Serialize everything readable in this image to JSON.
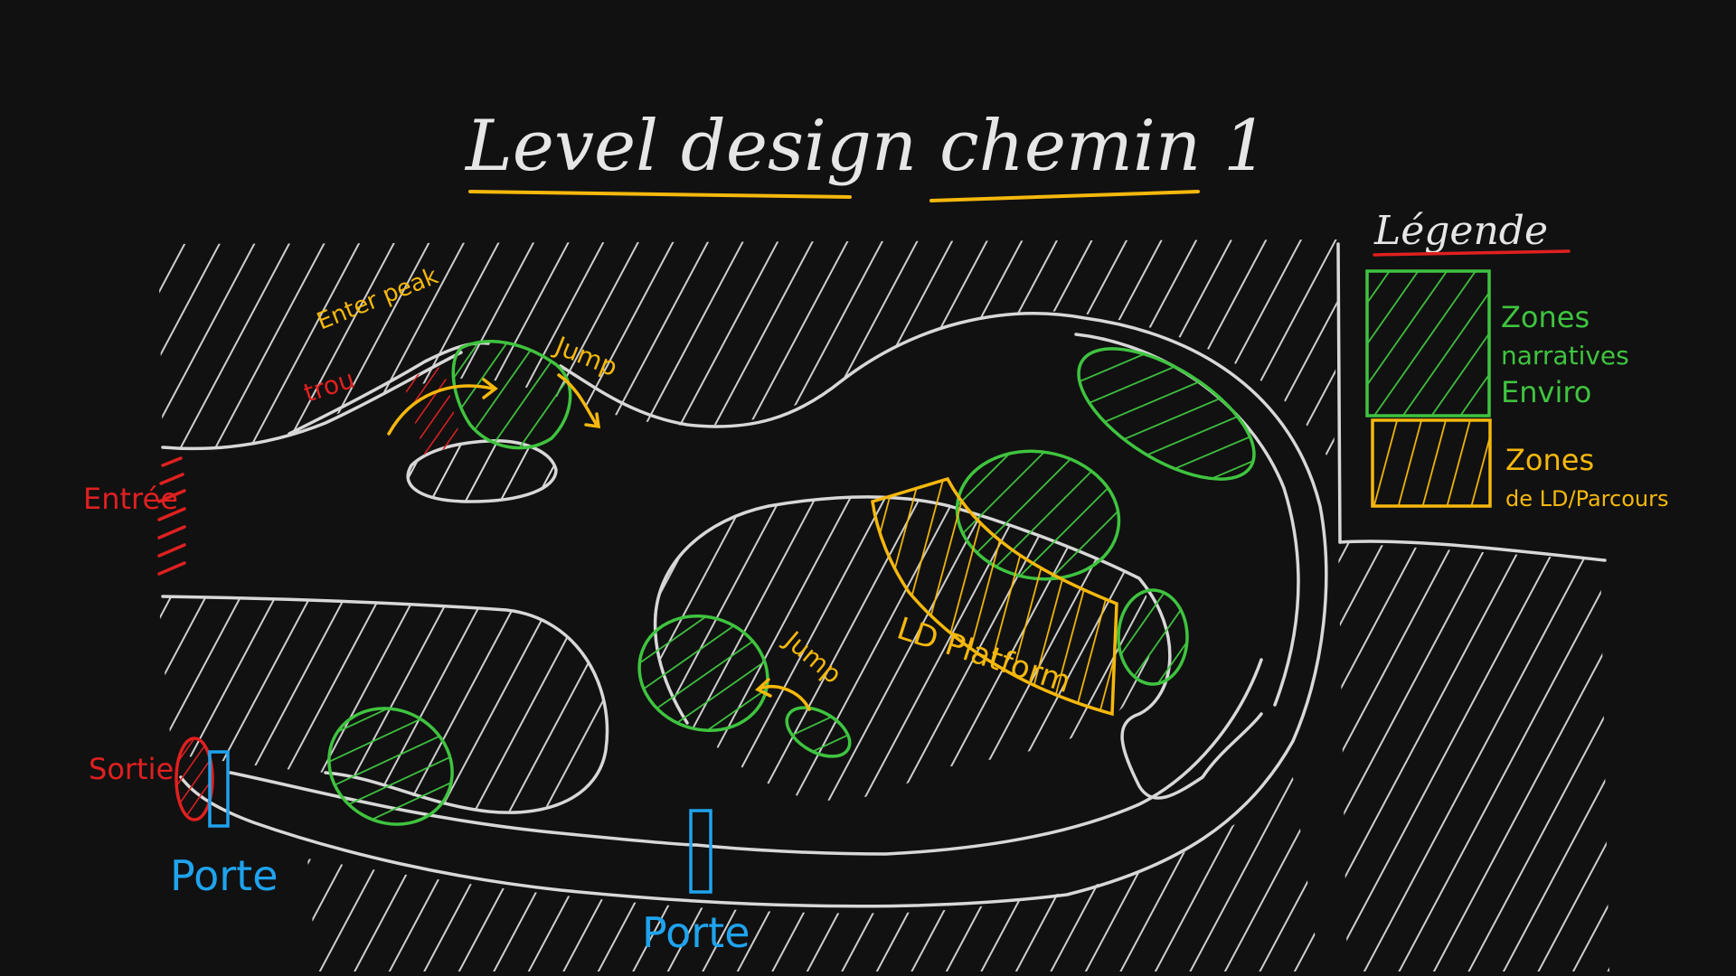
{
  "title": "Level design chemin 1",
  "labels": {
    "entree": "Entrée",
    "sortie": "Sortie",
    "porte_left": "Porte",
    "porte_bottom": "Porte",
    "enter_peak": "Enter peak",
    "trou": "trou",
    "jump_top": "Jump",
    "jump_mid": "Jump",
    "ld_platform": "LD Platform"
  },
  "legend": {
    "title": "Légende",
    "items": [
      {
        "line1": "Zones",
        "line2": "narratives",
        "line3": "Enviro",
        "color": "#3fc43f"
      },
      {
        "line1": "Zones",
        "line2": "de LD/Parcours",
        "line3": "",
        "color": "#f5b80c"
      }
    ]
  },
  "colors": {
    "background": "#111111",
    "wall": "#d8d8d8",
    "narrative": "#3fc43f",
    "ld": "#f5b80c",
    "red": "#e02020",
    "door": "#1fa3ee",
    "underline_yellow": "#f5b80c",
    "underline_red": "#e02020"
  }
}
